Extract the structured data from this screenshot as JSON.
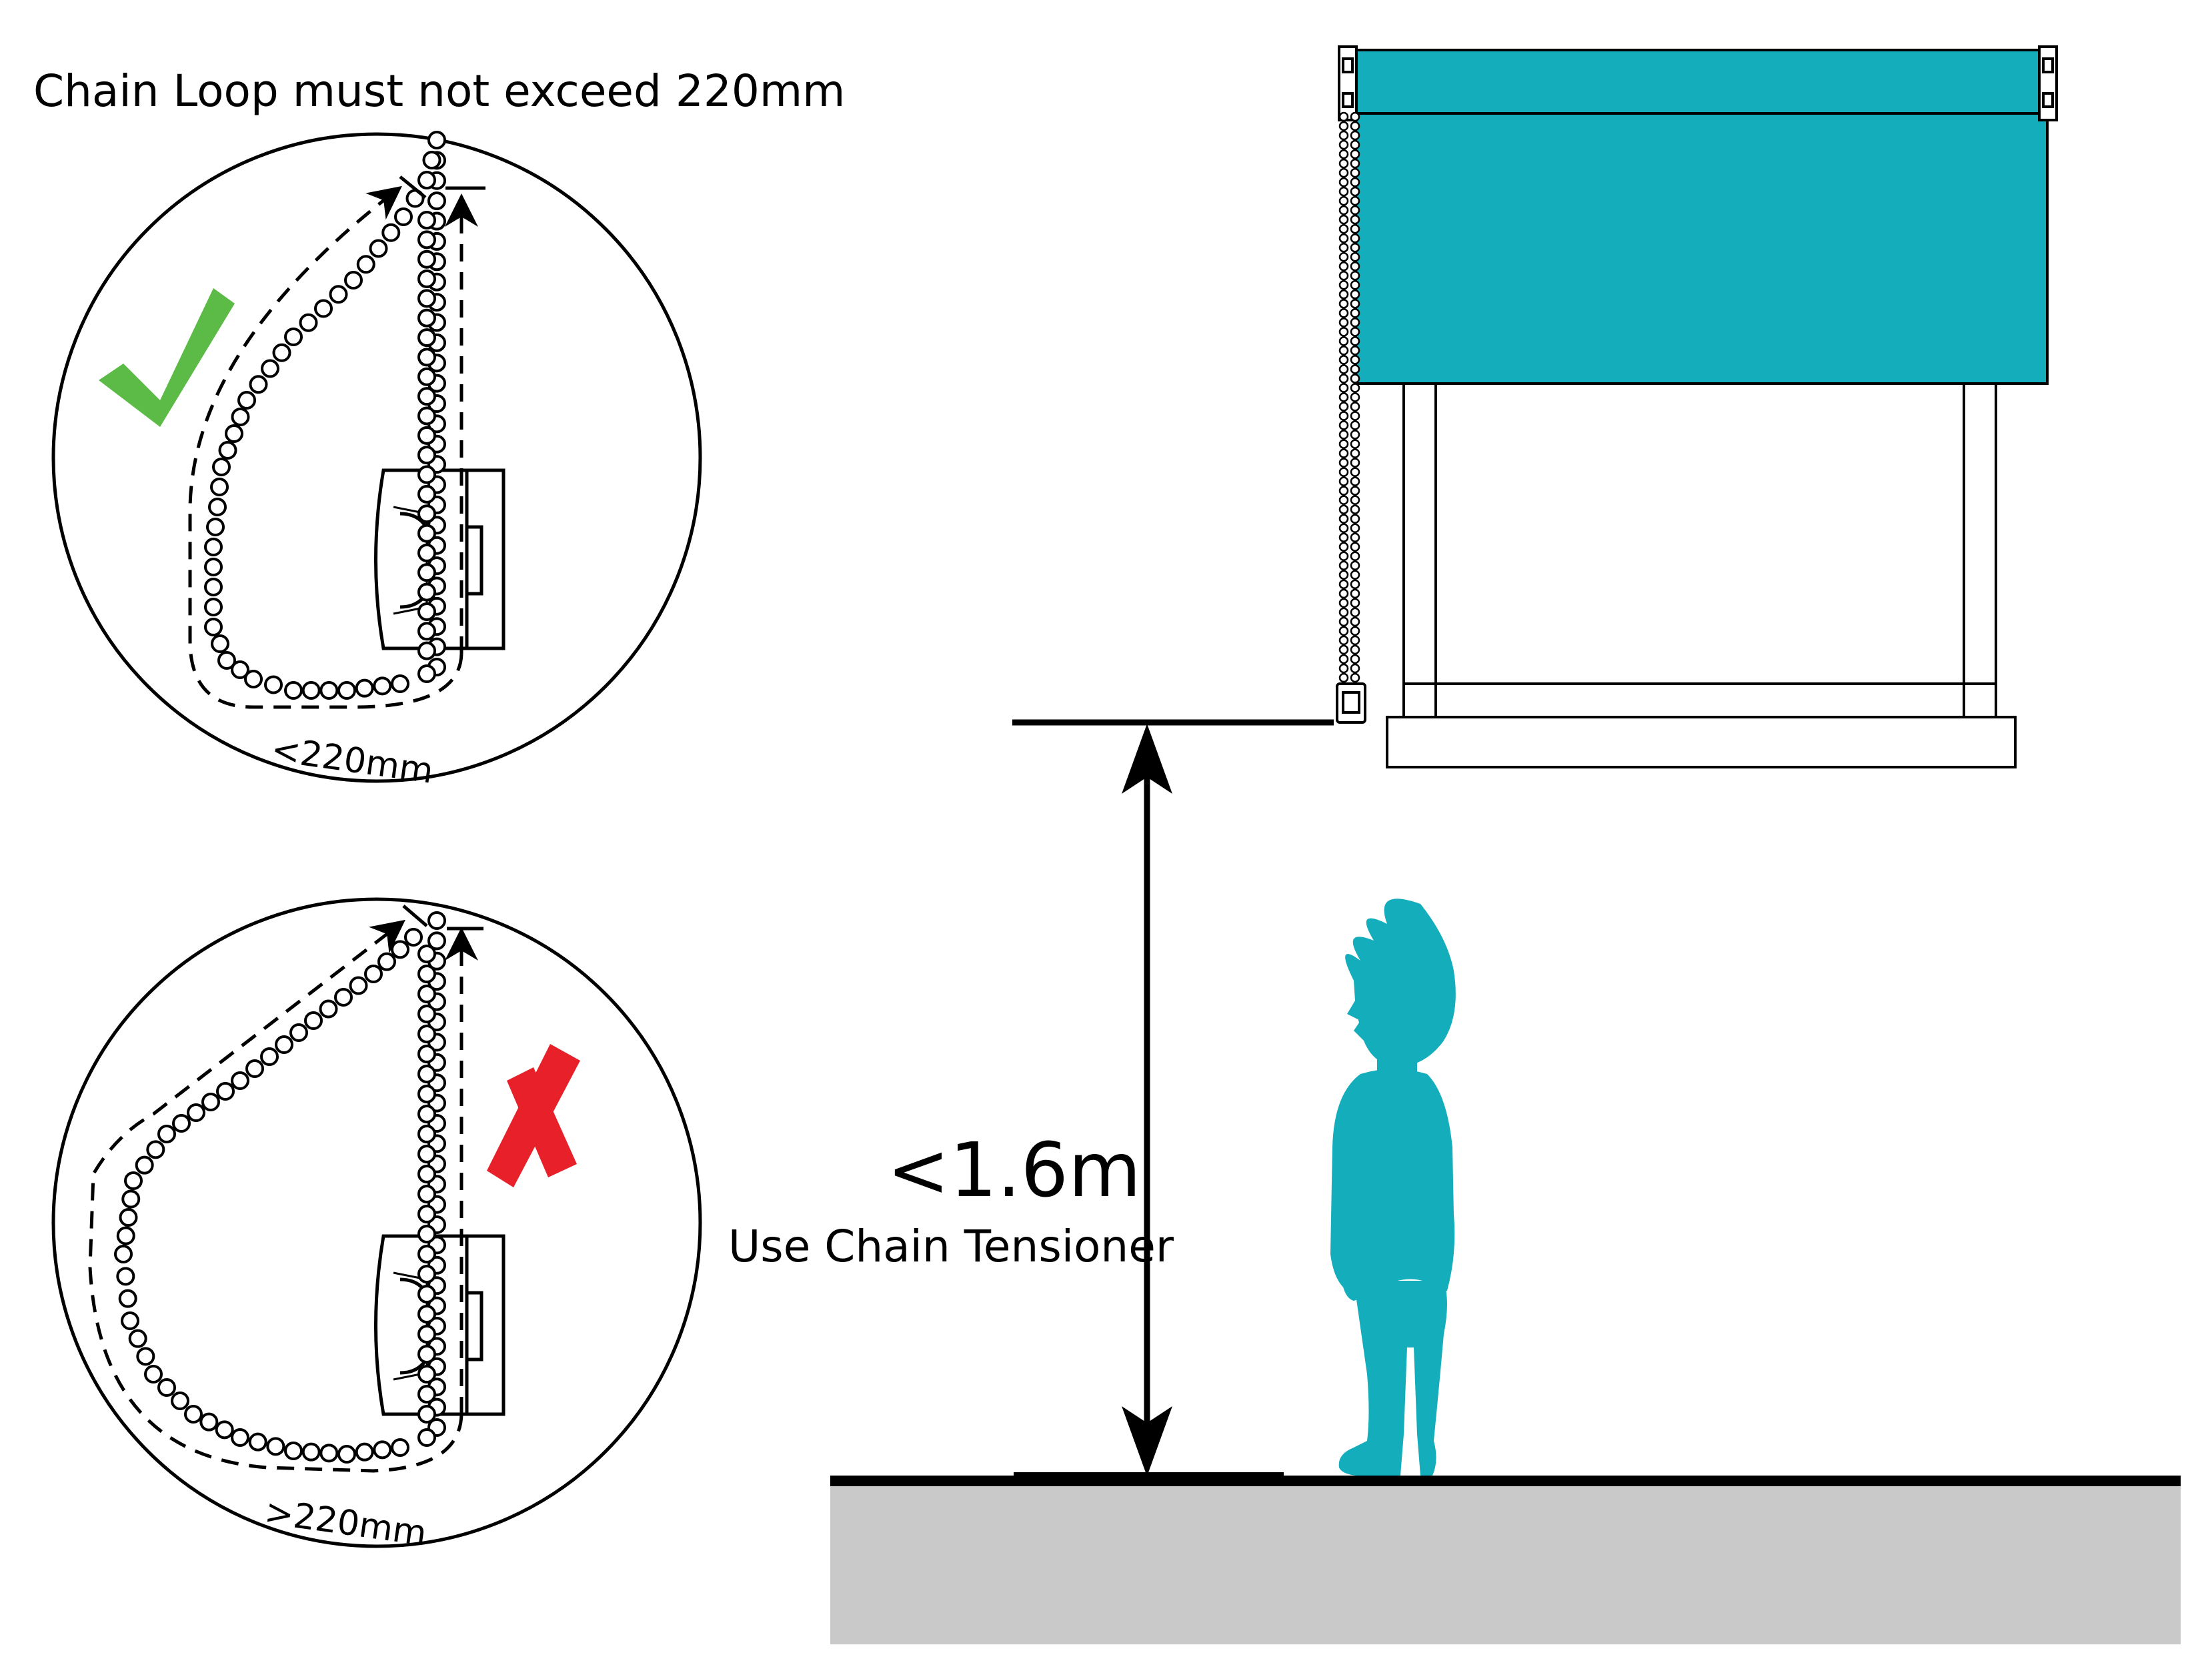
{
  "title": "Chain Loop must not exceed 220mm",
  "good_panel": {
    "label": "<220mm"
  },
  "bad_panel": {
    "label": ">220mm"
  },
  "measurement": {
    "value": "<1.6m",
    "note": "Use Chain Tensioner"
  },
  "colors": {
    "blind_fabric": "#14adbc",
    "child_silhouette": "#14adbc",
    "check_mark": "#5cbb47",
    "cross_mark": "#e8202a",
    "floor": "#c9c9c9",
    "line": "#000000"
  },
  "icons": {
    "ok": "check-mark-icon",
    "not_ok": "cross-mark-icon"
  }
}
